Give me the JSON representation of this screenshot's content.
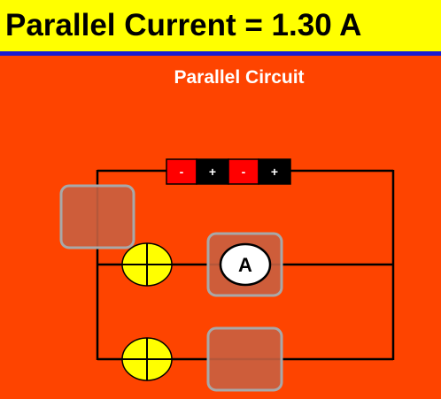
{
  "header": {
    "title": "Parallel Current = 1.30 A"
  },
  "panel": {
    "title": "Parallel Circuit"
  },
  "battery": {
    "cells": [
      {
        "negative_label": "-",
        "positive_label": "+"
      },
      {
        "negative_label": "-",
        "positive_label": "+"
      }
    ]
  },
  "ammeter": {
    "label": "A"
  },
  "colors": {
    "background": "#fe4400",
    "header_background": "#ffff00",
    "header_rule": "#1a1ad0",
    "bulb": "#ffff00",
    "cell_negative": "#ff0000",
    "cell_positive": "#000000",
    "slot_fill": "#c96040",
    "slot_border": "#a8a8a8"
  }
}
